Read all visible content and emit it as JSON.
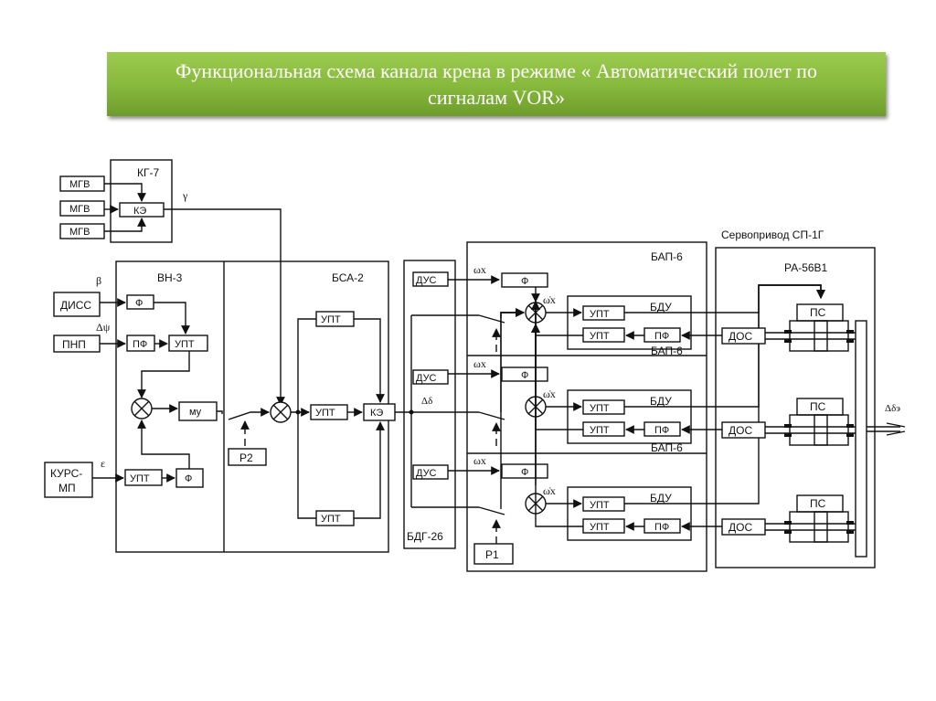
{
  "title": {
    "line1": "Функциональная схема канала крена в режиме « Автоматический полет по",
    "line2": "сигналам VOR»"
  },
  "colors": {
    "banner": "#8cbf43",
    "line": "#111111",
    "background": "#ffffff"
  },
  "diagram": {
    "kg7": {
      "label": "КГ-7",
      "ke": "КЭ",
      "mgv": [
        "МГВ",
        "МГВ",
        "МГВ"
      ],
      "output_signal": "γ"
    },
    "vn3": {
      "label": "ВН-3",
      "f_top": "Ф",
      "pf": "ПФ",
      "upt_top": "УПТ",
      "mu": "му",
      "upt_bottom": "УПТ",
      "f_bottom": "Ф"
    },
    "inputs": {
      "diss": "ДИСС",
      "diss_signal": "β",
      "pnp": "ПНП",
      "pnp_signal": "Δψ",
      "kurs_mp_line1": "КУРС-",
      "kurs_mp_line2": "МП",
      "kurs_signal": "ε"
    },
    "bsa2": {
      "label": "БСА-2",
      "r2": "Р2",
      "upt": [
        "УПТ",
        "УПТ",
        "УПТ"
      ],
      "ke": "КЭ",
      "output_signal": "Δδ"
    },
    "bdg26": {
      "label": "БДГ-26",
      "dus": [
        "ДУС",
        "ДУС",
        "ДУС"
      ]
    },
    "bap6": {
      "channels": [
        {
          "label": "БАП-6",
          "omega": "ωx",
          "omega_dot": "ω̇x",
          "f": "Ф",
          "bdu": "БДУ",
          "upt_fwd": "УПТ",
          "upt_back": "УПТ",
          "pf": "ПФ"
        },
        {
          "label": "БАП-6",
          "omega": "ωx",
          "omega_dot": "ω̇x",
          "f": "Ф",
          "bdu": "БДУ",
          "upt_fwd": "УПТ",
          "upt_back": "УПТ",
          "pf": "ПФ"
        },
        {
          "label": "БАП-6",
          "omega": "ωx",
          "omega_dot": "ω̇x",
          "f": "Ф",
          "bdu": "БДУ",
          "upt_fwd": "УПТ",
          "upt_back": "УПТ",
          "pf": "ПФ"
        }
      ],
      "r1": "Р1"
    },
    "servo": {
      "label": "Сервопривод СП-1Г",
      "ra": "РА-56В1",
      "ps": [
        "ПС",
        "ПС",
        "ПС"
      ],
      "dos": [
        "ДОС",
        "ДОС",
        "ДОС"
      ],
      "output_signal": "Δδэ"
    }
  }
}
